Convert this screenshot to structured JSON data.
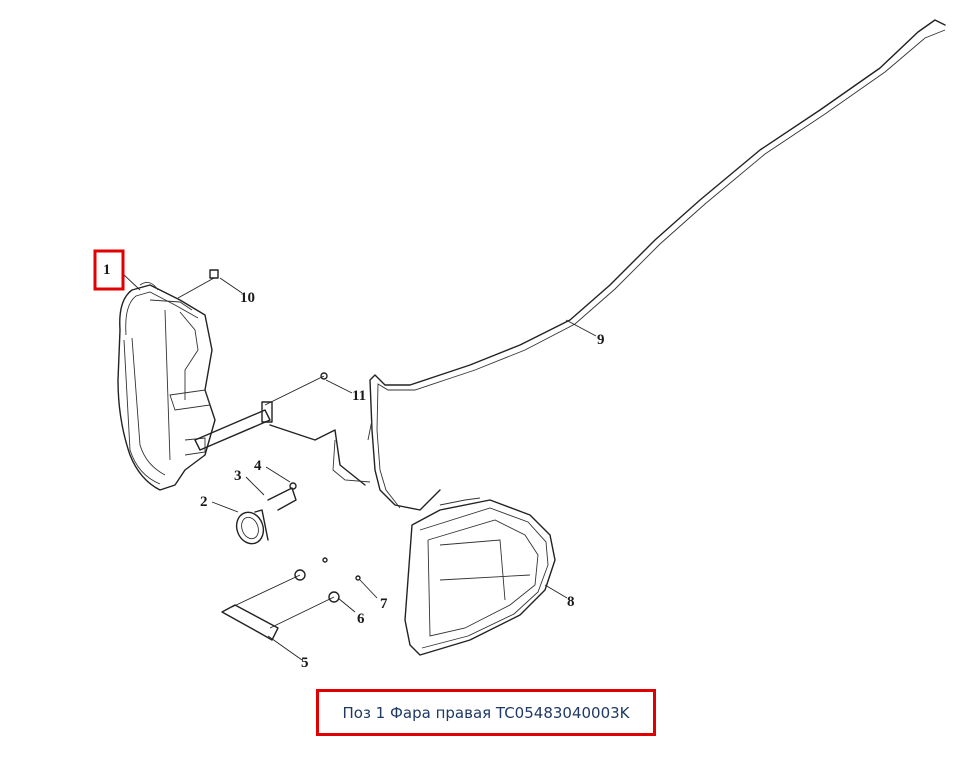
{
  "callouts": [
    "1",
    "2",
    "3",
    "4",
    "5",
    "6",
    "7",
    "8",
    "9",
    "10",
    "11"
  ],
  "highlight_color": "#e00000",
  "caption": {
    "text": "Поз 1 Фара правая TC05483040003K",
    "color": "#1f3864"
  }
}
